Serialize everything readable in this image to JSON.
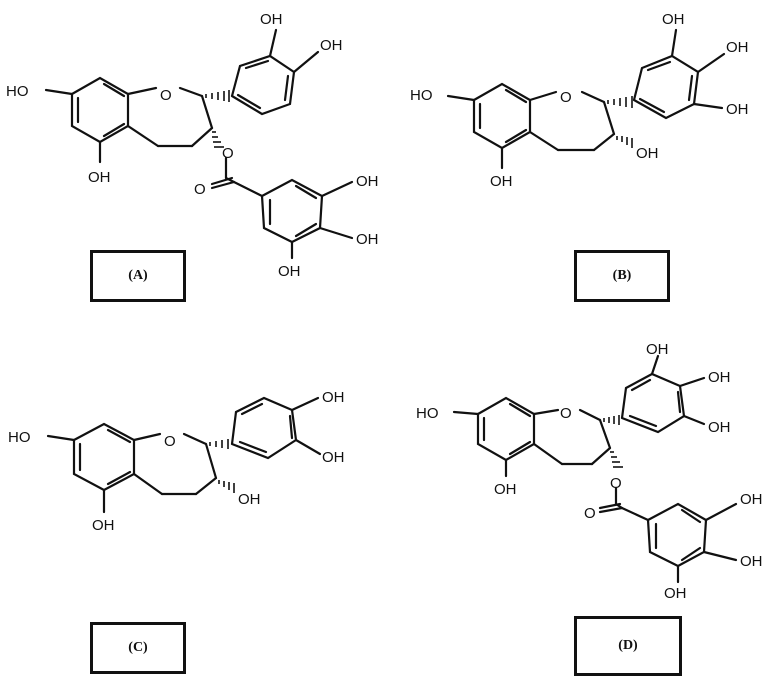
{
  "panels": [
    {
      "id": "A",
      "label": "(A)"
    },
    {
      "id": "B",
      "label": "(B)"
    },
    {
      "id": "C",
      "label": "(C)"
    },
    {
      "id": "D",
      "label": "(D)"
    }
  ],
  "atoms": {
    "hydroxyl": "OH",
    "hydroxyl_left": "HO",
    "oxygen": "O"
  }
}
